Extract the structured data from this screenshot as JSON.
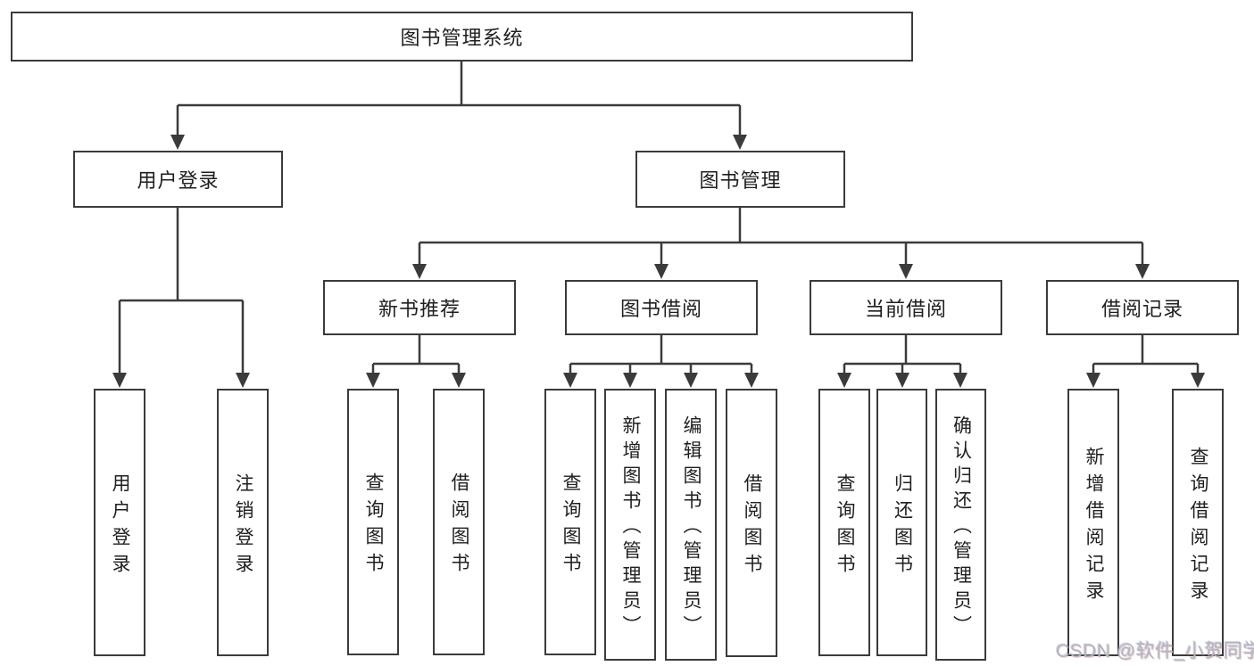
{
  "diagram": {
    "type": "hierarchy-tree",
    "colors": {
      "background": "#ffffff",
      "line": "#3b3b3b",
      "box_border": "#3b3b3b",
      "text": "#1f1f1f",
      "watermark": "#b3b6ba"
    },
    "tree": {
      "root": {
        "label": "图书管理系统",
        "children": [
          {
            "label": "用户登录",
            "children": [
              {
                "label": "用户登录"
              },
              {
                "label": "注销登录"
              }
            ]
          },
          {
            "label": "图书管理",
            "children": [
              {
                "label": "新书推荐",
                "children": [
                  {
                    "label": "查询图书"
                  },
                  {
                    "label": "借阅图书"
                  }
                ]
              },
              {
                "label": "图书借阅",
                "children": [
                  {
                    "label": "查询图书"
                  },
                  {
                    "label": "新增图书（管理员）"
                  },
                  {
                    "label": "编辑图书（管理员）"
                  },
                  {
                    "label": "借阅图书"
                  }
                ]
              },
              {
                "label": "当前借阅",
                "children": [
                  {
                    "label": "查询图书"
                  },
                  {
                    "label": "归还图书"
                  },
                  {
                    "label": "确认归还（管理员）"
                  }
                ]
              },
              {
                "label": "借阅记录",
                "children": [
                  {
                    "label": "新增借阅记录"
                  },
                  {
                    "label": "查询借阅记录"
                  }
                ]
              }
            ]
          }
        ]
      }
    },
    "watermark": {
      "text": "CSDN @软件_小贺同学"
    }
  }
}
